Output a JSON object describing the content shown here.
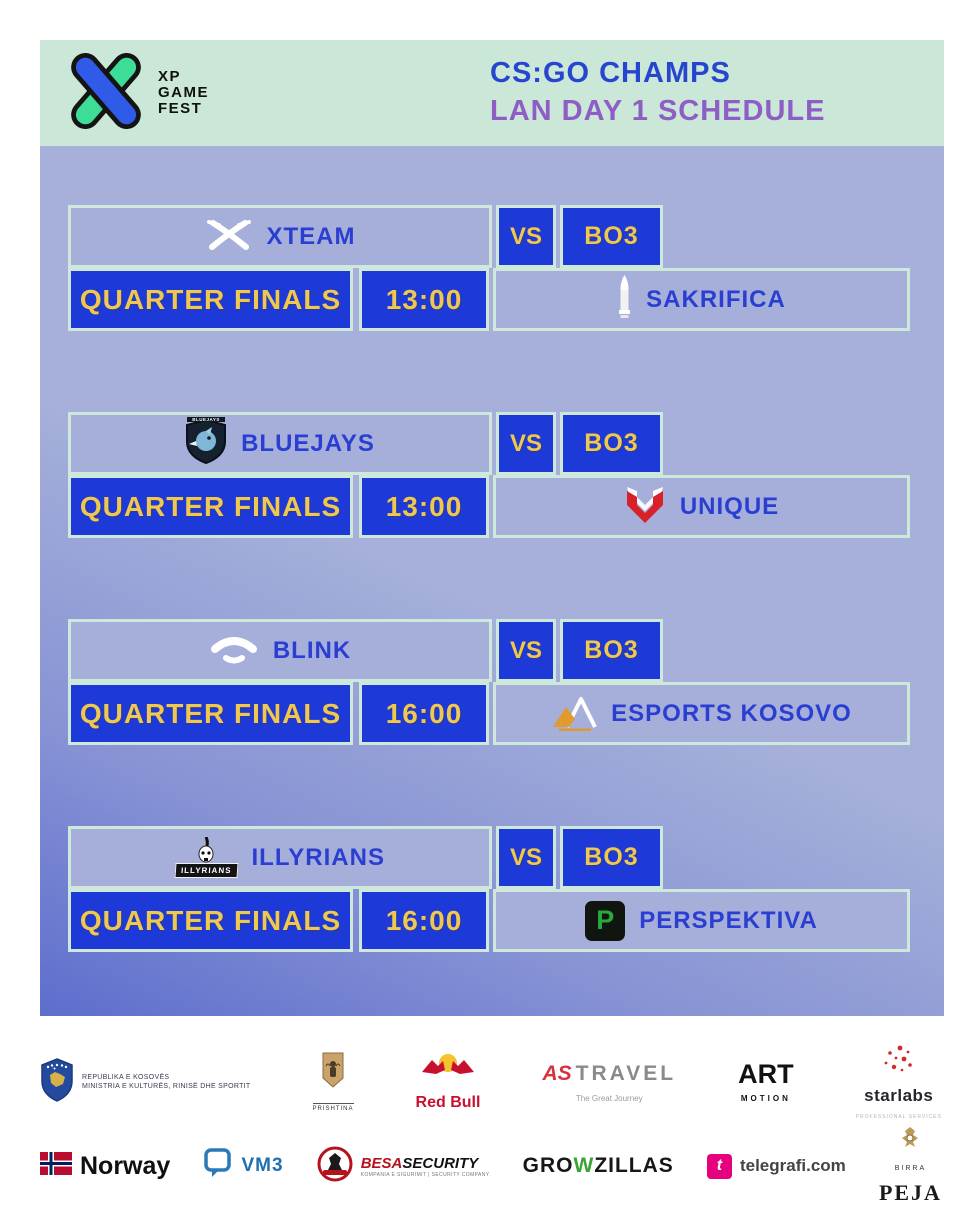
{
  "header": {
    "brand": {
      "line1": "XP",
      "line2": "GAME",
      "line3": "FEST"
    },
    "title_line1": "CS:GO CHAMPS",
    "title_line2": "LAN DAY 1 SCHEDULE"
  },
  "matches": [
    {
      "stage": "QUARTER FINALS",
      "time": "13:00",
      "vs": "VS",
      "format": "BO3",
      "team1": {
        "name": "XTEAM",
        "icon": "xteam-wings-icon"
      },
      "team2": {
        "name": "SAKRIFICA",
        "icon": "bullet-icon"
      }
    },
    {
      "stage": "QUARTER FINALS",
      "time": "13:00",
      "vs": "VS",
      "format": "BO3",
      "team1": {
        "name": "BLUEJAYS",
        "icon": "bluejays-shield-icon",
        "badge_text": "BLUEJAYS"
      },
      "team2": {
        "name": "UNIQUE",
        "icon": "unique-emblem-icon"
      }
    },
    {
      "stage": "QUARTER FINALS",
      "time": "16:00",
      "vs": "VS",
      "format": "BO3",
      "team1": {
        "name": "BLINK",
        "icon": "blink-eye-icon"
      },
      "team2": {
        "name": "ESPORTS KOSOVO",
        "icon": "mountain-icon"
      }
    },
    {
      "stage": "QUARTER FINALS",
      "time": "16:00",
      "vs": "VS",
      "format": "BO3",
      "team1": {
        "name": "ILLYRIANS",
        "icon": "illyrians-skull-icon",
        "badge_text": "ILLYRIANS"
      },
      "team2": {
        "name": "PERSPEKTIVA",
        "icon": "perspektiva-p-icon",
        "badge_letter": "P"
      }
    }
  ],
  "sponsors": {
    "row1": {
      "kosovo": {
        "line1": "REPUBLIKA E KOSOVËS",
        "line2": "MINISTRIA E KULTURËS, RINISË DHE SPORTIT"
      },
      "prishtina": {
        "label": "PRISHTINA"
      },
      "redbull": {
        "label": "Red Bull"
      },
      "astravel": {
        "part1": "AS",
        "part2": "TRAVEL",
        "tagline": "The Great Journey"
      },
      "artmotion": {
        "part1": "ART",
        "part2": "MOTION"
      },
      "starlabs": {
        "label": "starlabs",
        "tagline": "PROFESSIONAL SERVICES"
      }
    },
    "row2": {
      "norway": {
        "label": "Norway"
      },
      "vm3": {
        "label": "VM3"
      },
      "besa": {
        "part1": "BESA",
        "part2": "SECURITY",
        "tagline": "KOMPANIA E SIGURIMIT | SECURITY COMPANY"
      },
      "growzillas": {
        "part1": "GRO",
        "part2": "W",
        "part3": "ZILLAS"
      },
      "telegrafi": {
        "label": "telegrafi.com",
        "icon_glyph": "t"
      },
      "peja": {
        "line1": "BIRRA",
        "line2": "PEJA"
      }
    }
  },
  "colors": {
    "header_mint": "#cae7d7",
    "panel_lavender": "#a6b0da",
    "panel_gradient_blue": "#5d6dcd",
    "cell_blue": "#1d39d8",
    "cell_border_mint": "#cfe8dc",
    "text_gold": "#eec851",
    "team_name_blue": "#2b3ed2",
    "title_blue": "#2646cf",
    "title_purple": "#8e5ec6",
    "redbull_red": "#c8102e",
    "telegrafi_pink": "#e5007e",
    "grow_green": "#3aa337"
  }
}
